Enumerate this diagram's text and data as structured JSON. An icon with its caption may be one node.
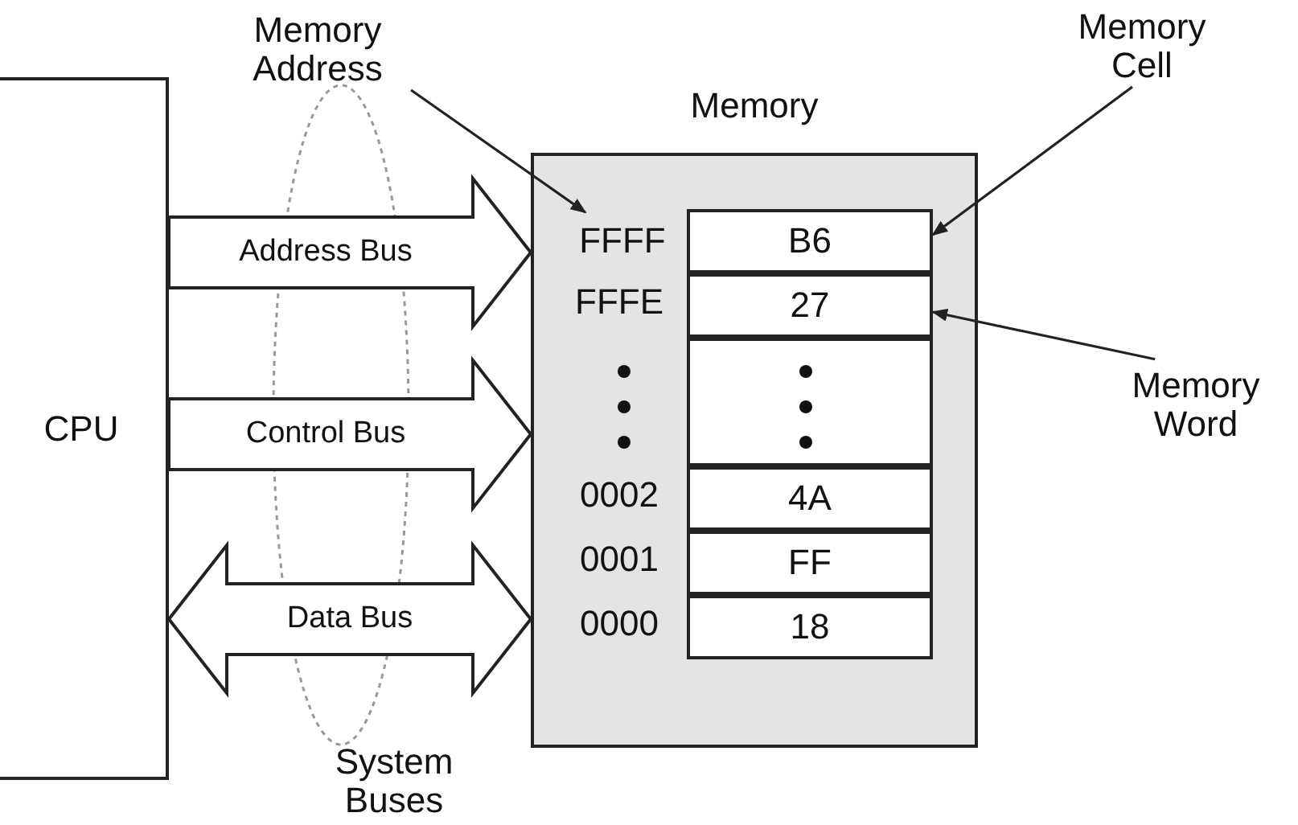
{
  "diagram": {
    "nodes": [
      {
        "text": [
          "Memory Address"
        ]
      },
      {
        "text": [
          "Memory"
        ]
      },
      {
        "text": [
          "Memory Cell"
        ]
      },
      {
        "text": [
          "FFFF"
        ],
        "in": 1
      },
      {
        "text": [
          "B6"
        ],
        "in": 1
      },
      {
        "text": [
          "27"
        ],
        "in": 1
      },
      {
        "text": [],
        "shape": "box",
        "in": 1
      },
      {
        "text": [
          "Memory Word"
        ]
      },
      {
        "text": [
          "CPU"
        ]
      },
      {
        "text": [
          "4A"
        ],
        "in": 1
      },
      {
        "text": [
          "FF"
        ],
        "in": 1
      },
      {
        "text": [
          "18"
        ],
        "in": 1
      }
    ],
    "edges": [
      {
        "from": 0,
        "to": 3,
        "arrow": "to"
      },
      {
        "from": 2,
        "to": 4,
        "arrow": "to"
      },
      {
        "from": 7,
        "to": 5,
        "arrow": "to"
      },
      {
        "from": 8,
        "to": 1,
        "arrow": "to",
        "label": "Address Bus",
        "style": "thick"
      },
      {
        "from": 8,
        "to": 1,
        "arrow": "to",
        "label": "Control Bus",
        "style": "thick"
      },
      {
        "from": 8,
        "to": 1,
        "arrow": "both",
        "label": "Data Bus",
        "style": "thick"
      }
    ],
    "labels": [
      "FFFE",
      "0002",
      "0001",
      "0000",
      "System Buses"
    ]
  }
}
